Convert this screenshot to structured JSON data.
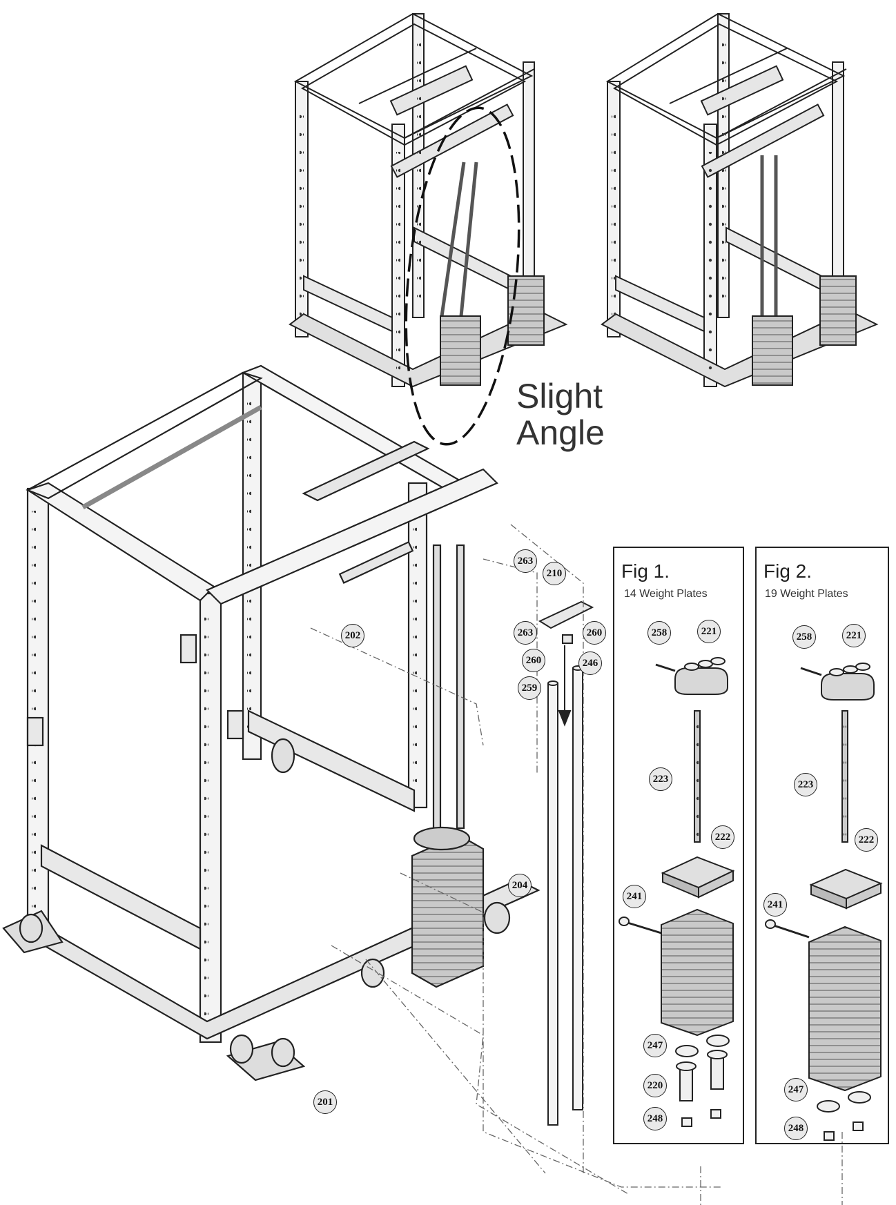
{
  "callout": {
    "line1": "Slight",
    "line2": "Angle"
  },
  "figures": [
    {
      "title": "Fig 1.",
      "subtitle": "14 Weight Plates"
    },
    {
      "title": "Fig 2.",
      "subtitle": "19 Weight Plates"
    }
  ],
  "part_labels": {
    "p201": "201",
    "p202": "202",
    "p204": "204",
    "p210": "210",
    "p246": "246",
    "p259": "259",
    "p260a": "260",
    "p260b": "260",
    "p263a": "263",
    "p263b": "263",
    "f1_258": "258",
    "f1_221": "221",
    "f1_223": "223",
    "f1_222": "222",
    "f1_241": "241",
    "f1_247": "247",
    "f1_220": "220",
    "f1_248": "248",
    "f2_258": "258",
    "f2_221": "221",
    "f2_223": "223",
    "f2_222": "222",
    "f2_241": "241",
    "f2_247": "247",
    "f2_248": "248"
  }
}
